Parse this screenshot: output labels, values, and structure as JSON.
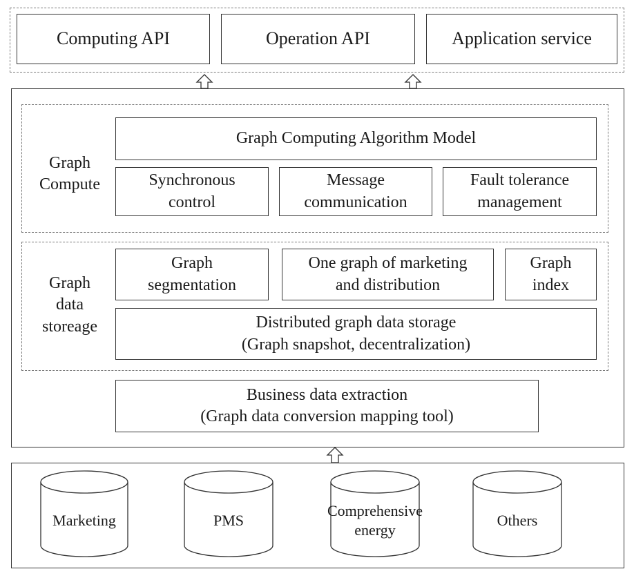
{
  "top": {
    "items": [
      "Computing API",
      "Operation API",
      "Application service"
    ]
  },
  "compute": {
    "label": [
      "Graph",
      "Compute"
    ],
    "algorithm_model": "Graph Computing Algorithm Model",
    "sync": [
      "Synchronous",
      "control"
    ],
    "message": [
      "Message",
      "communication"
    ],
    "fault": [
      "Fault tolerance",
      "management"
    ]
  },
  "storage": {
    "label": [
      "Graph",
      "data",
      "storeage"
    ],
    "segmentation": [
      "Graph",
      "segmentation"
    ],
    "one_graph": [
      "One graph of marketing",
      "and distribution"
    ],
    "index": [
      "Graph",
      "index"
    ],
    "distributed": [
      "Distributed graph data storage",
      "(Graph snapshot, decentralization)"
    ]
  },
  "extraction": [
    "Business data extraction",
    "(Graph data conversion mapping tool)"
  ],
  "sources": {
    "marketing": "Marketing",
    "pms": "PMS",
    "energy": [
      "Comprehensive",
      "energy"
    ],
    "others": "Others"
  }
}
